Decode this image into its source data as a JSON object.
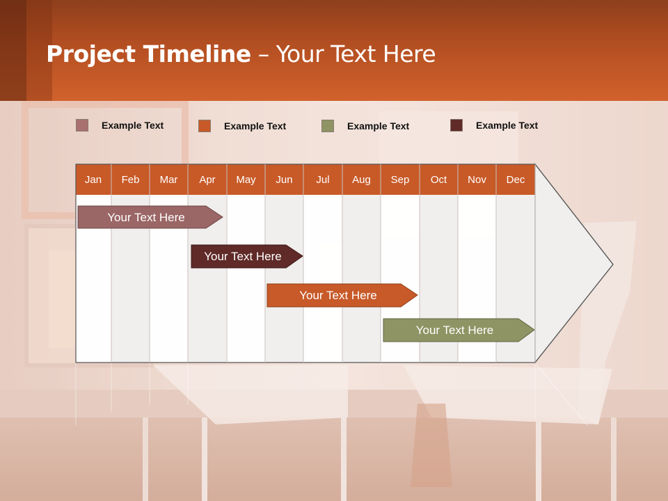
{
  "title": {
    "bold": "Project Timeline",
    "rest": " – Your Text Here"
  },
  "colors": {
    "header": "#c85a28",
    "month_header": "#c85a28",
    "mauve": "#9b6666",
    "dark_red": "#5f2a27",
    "orange": "#c75a28",
    "olive": "#8e9463"
  },
  "legend": [
    {
      "label": "Example Text",
      "color": "#a87070"
    },
    {
      "label": "Example Text",
      "color": "#c75a28"
    },
    {
      "label": "Example Text",
      "color": "#8e9463"
    },
    {
      "label": "Example Text",
      "color": "#5f2a27"
    }
  ],
  "months": [
    "Jan",
    "Feb",
    "Mar",
    "Apr",
    "May",
    "Jun",
    "Jul",
    "Aug",
    "Sep",
    "Oct",
    "Nov",
    "Dec"
  ],
  "tasks": [
    {
      "label": "Your  Text Here",
      "color": "#9b6666"
    },
    {
      "label": "Your  Text Here",
      "color": "#5f2a27"
    },
    {
      "label": "Your  Text Here",
      "color": "#c75a28"
    },
    {
      "label": "Your  Text Here",
      "color": "#8e9463"
    }
  ]
}
